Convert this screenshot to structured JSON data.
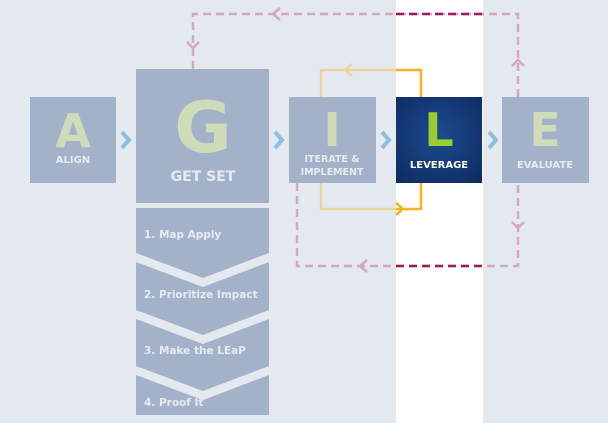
{
  "colors": {
    "background": "#e4e9ef",
    "highlight_column": "#ffffff",
    "box": "#a3b2c8",
    "active_box": "#17397a",
    "letter": "#cfdcba",
    "active_letter": "#9acd32",
    "chevron": "#8fbde0",
    "loop_dashed": "#d3a6c8",
    "loop_dashed_active": "#a3175c",
    "loop_orange": "#f2b51c",
    "loop_orange_faded": "#ebd3a0"
  },
  "steps": [
    {
      "letter": "A",
      "label": "ALIGN"
    },
    {
      "letter": "G",
      "label": "GET SET"
    },
    {
      "letter": "I",
      "label_line1": "ITERATE &",
      "label_line2": "IMPLEMENT"
    },
    {
      "letter": "L",
      "label": "LEVERAGE",
      "active": true
    },
    {
      "letter": "E",
      "label": "EVALUATE"
    }
  ],
  "get_set_substeps": [
    "1. Map Apply",
    "2. Prioritize Impact",
    "3. Make the LEaP",
    "4. Proof It"
  ]
}
